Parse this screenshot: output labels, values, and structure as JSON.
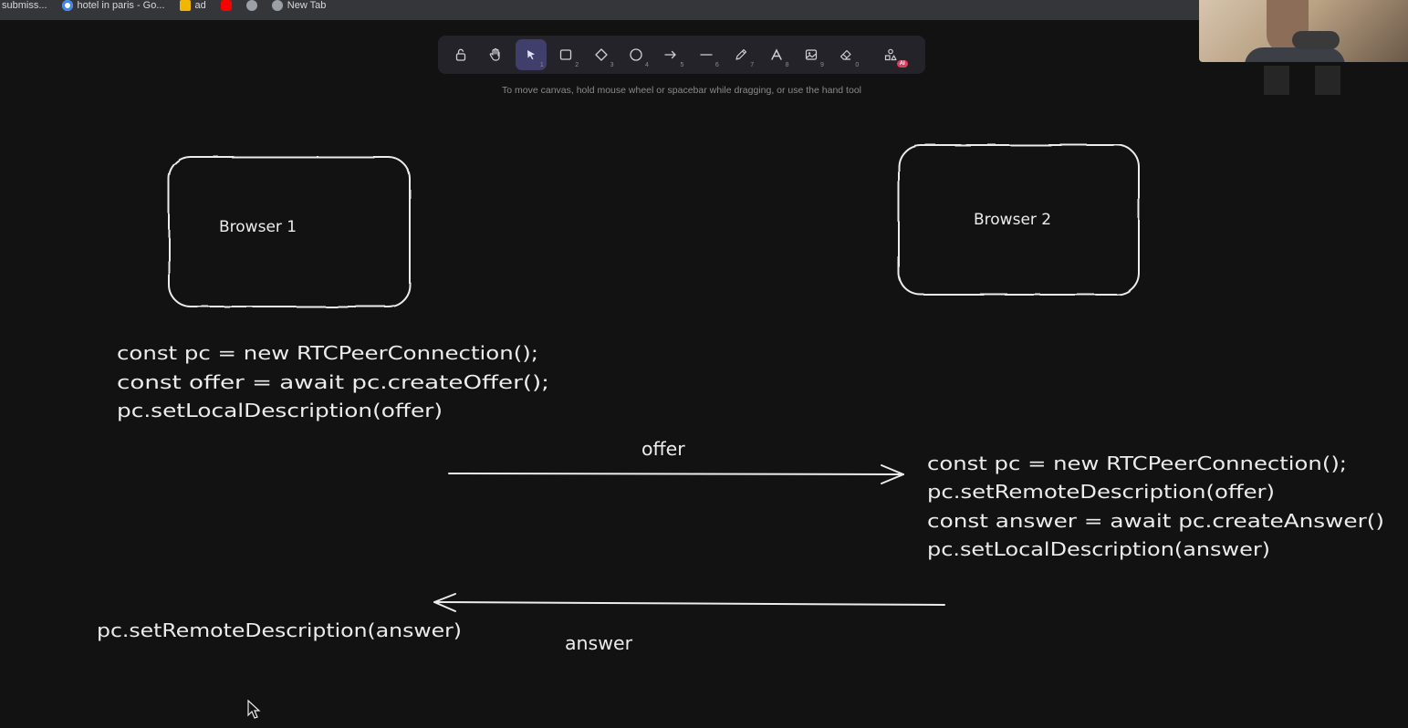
{
  "bookmarks": [
    {
      "label": "submiss...",
      "icon": "none",
      "color": ""
    },
    {
      "label": "hotel in paris - Go...",
      "icon": "google-icon",
      "color": "#4285f4"
    },
    {
      "label": "ad",
      "icon": "bookmark-icon",
      "color": "#f2b600"
    },
    {
      "label": "",
      "icon": "youtube-icon",
      "color": "#ff0000"
    },
    {
      "label": "",
      "icon": "settings-icon",
      "color": "#9aa0a6"
    },
    {
      "label": "New Tab",
      "icon": "globe-icon",
      "color": "#9aa0a6"
    }
  ],
  "toolbar": {
    "tools": [
      {
        "name": "lock",
        "icon": "lock-icon",
        "key": ""
      },
      {
        "name": "hand",
        "icon": "hand-icon",
        "key": ""
      },
      {
        "name": "selection",
        "icon": "pointer-icon",
        "key": "1",
        "active": true
      },
      {
        "name": "rectangle",
        "icon": "rectangle-icon",
        "key": "2"
      },
      {
        "name": "diamond",
        "icon": "diamond-icon",
        "key": "3"
      },
      {
        "name": "ellipse",
        "icon": "ellipse-icon",
        "key": "4"
      },
      {
        "name": "arrow",
        "icon": "arrow-icon",
        "key": "5"
      },
      {
        "name": "line",
        "icon": "line-icon",
        "key": "6"
      },
      {
        "name": "draw",
        "icon": "pencil-icon",
        "key": "7"
      },
      {
        "name": "text",
        "icon": "text-icon",
        "key": "8"
      },
      {
        "name": "image",
        "icon": "image-icon",
        "key": "9"
      },
      {
        "name": "eraser",
        "icon": "eraser-icon",
        "key": "0"
      },
      {
        "name": "more-tools",
        "icon": "shapes-icon",
        "key": "",
        "badge": "AI"
      }
    ],
    "active_color": "#403e6a"
  },
  "hint": "To move canvas, hold mouse wheel or spacebar while dragging, or use the hand tool",
  "canvas": {
    "browser1_label": "Browser 1",
    "browser2_label": "Browser 2",
    "browser1_code": [
      "const pc = new RTCPeerConnection();",
      "const offer = await pc.createOffer();",
      "pc.setLocalDescription(offer)"
    ],
    "offer_label": "offer",
    "browser2_code": [
      "const pc = new RTCPeerConnection();",
      "pc.setRemoteDescription(offer)",
      "const answer = await pc.createAnswer()",
      "pc.setLocalDescription(answer)"
    ],
    "answer_label": "answer",
    "browser1_answer_code": "pc.setRemoteDescription(answer)"
  },
  "colors": {
    "background": "#121212",
    "stroke": "#ececec",
    "toolbar": "#232329"
  }
}
